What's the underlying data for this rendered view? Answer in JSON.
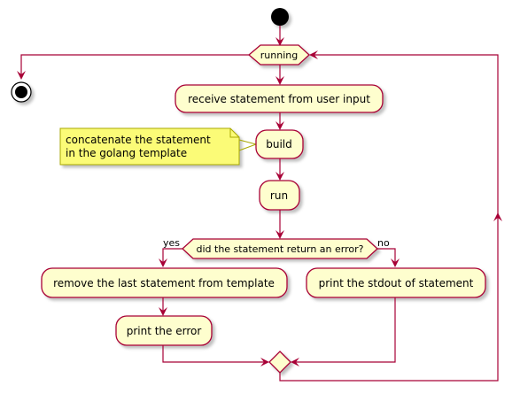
{
  "diagram": {
    "loop_condition": "running",
    "steps": {
      "receive": "receive statement from user input",
      "build": "build",
      "run": "run",
      "remove": "remove the last statement from template",
      "print_error": "print the error",
      "print_stdout": "print the stdout of statement"
    },
    "note": {
      "line1": "concatenate the statement",
      "line2": "in the golang template"
    },
    "decision": {
      "question": "did the statement return an error?",
      "yes_label": "yes",
      "no_label": "no"
    },
    "colors": {
      "activity_fill": "#FEFECE",
      "border": "#A80036",
      "note_fill": "#FBFB77",
      "note_border": "#A8A800",
      "start_end": "#000000"
    }
  }
}
